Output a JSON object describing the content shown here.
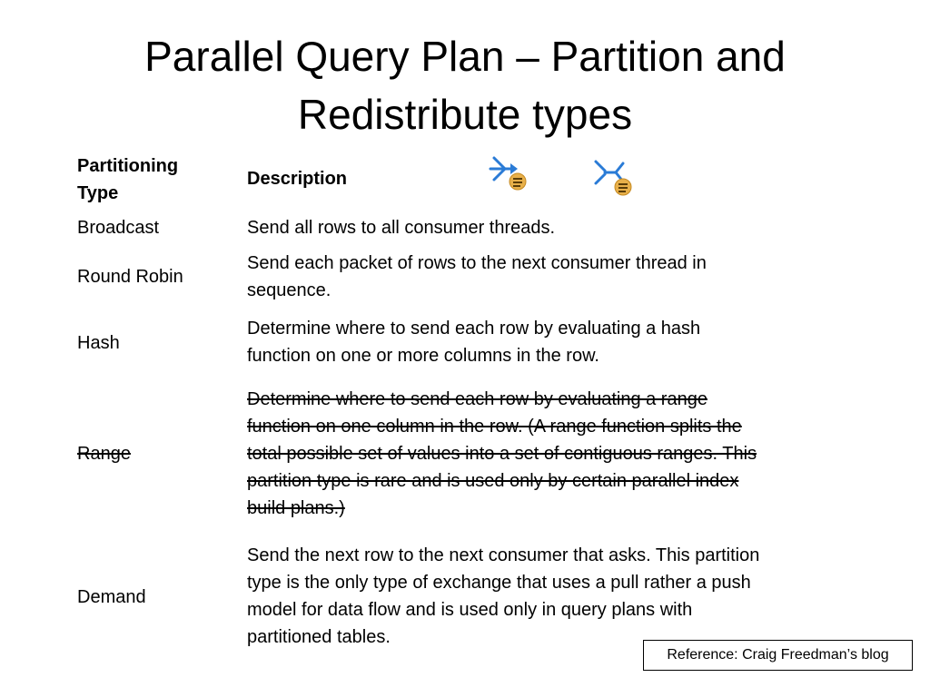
{
  "slide": {
    "title_line1": "Parallel Query Plan – Partition and",
    "title_line2": "Redistribute types"
  },
  "table": {
    "header_type_line1": "Partitioning",
    "header_type_line2": "Type",
    "header_desc": "Description",
    "header_icons": [
      "distribute-streams-icon",
      "repartition-streams-icon"
    ],
    "rows": [
      {
        "type": "Broadcast",
        "desc_lines": [
          "Send all rows to all consumer threads."
        ]
      },
      {
        "type": "Round Robin",
        "desc_lines": [
          "Send each packet of rows to the next consumer thread in",
          "sequence."
        ]
      },
      {
        "type": "Hash",
        "desc_lines": [
          "Determine where to send each row by evaluating a hash",
          "function on one or more columns in the row."
        ]
      },
      {
        "type": "Range",
        "struck": true,
        "desc_lines": [
          "Determine where to send each row by evaluating a range",
          "function on one column in the row.  (A range function splits the",
          "total possible set of values into a set of contiguous ranges.  This",
          "partition type is rare and is used only by certain parallel index",
          "build plans.)"
        ]
      },
      {
        "type": "Demand",
        "desc_lines": [
          "Send the next row to the next consumer that asks.  This partition",
          "type is the only type of exchange that uses a pull rather a push",
          "model for data flow and is used only in query plans with",
          "partitioned tables."
        ]
      }
    ]
  },
  "reference": "Reference: Craig Freedman’s blog",
  "colors": {
    "icon_blue": "#2a7bd6",
    "icon_badge": "#e8b04a"
  }
}
